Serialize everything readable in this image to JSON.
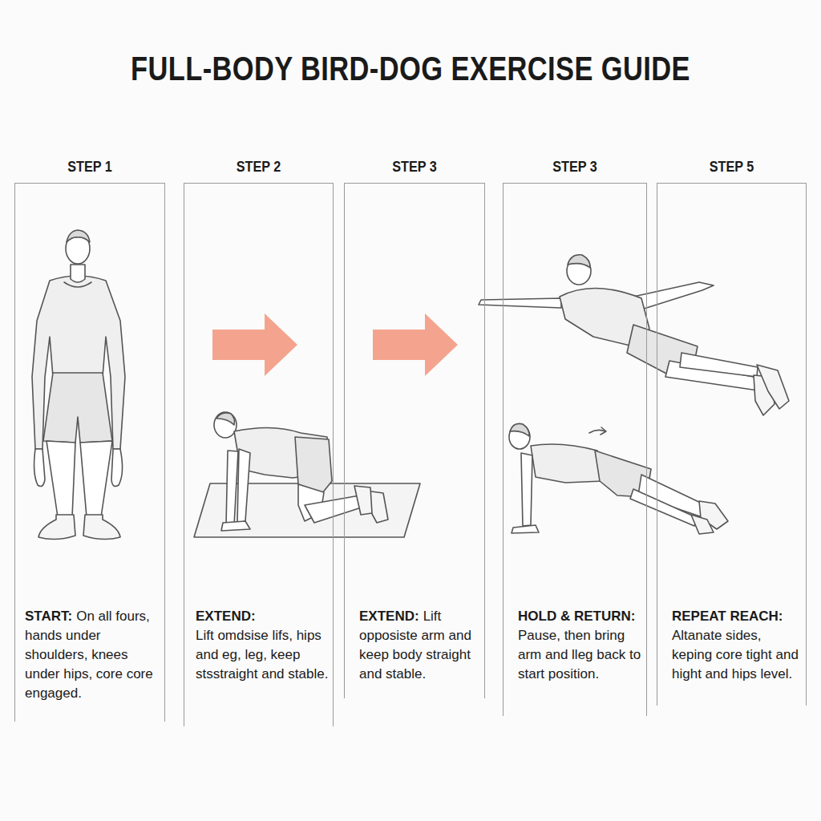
{
  "diagram": {
    "title": "FULL-BODY BIRD-DOG EXERCISE GUIDE",
    "nodes": [
      {
        "text": [
          "STEP 1",
          "START:",
          "On all fours, hands under shoulders, knees under hips, core core engaged."
        ]
      },
      {
        "text": [
          "STEP 2",
          "EXTEND:",
          "Lift omdsise lifs, hips and eg, leg, keep stsstraight and stable."
        ]
      },
      {
        "text": [
          "STEP 3",
          "EXTEND:",
          "Lift opposiste arm and keep body straight and stable."
        ]
      },
      {
        "text": [
          "STEP 3",
          "HOLD & RETURN:",
          "Pause, then bring arm and lleg back to start position."
        ]
      },
      {
        "text": [
          "STEP 5",
          "REPEAT REACH:",
          "Altanate sides, keping core tight and hight and hips level."
        ]
      }
    ]
  }
}
